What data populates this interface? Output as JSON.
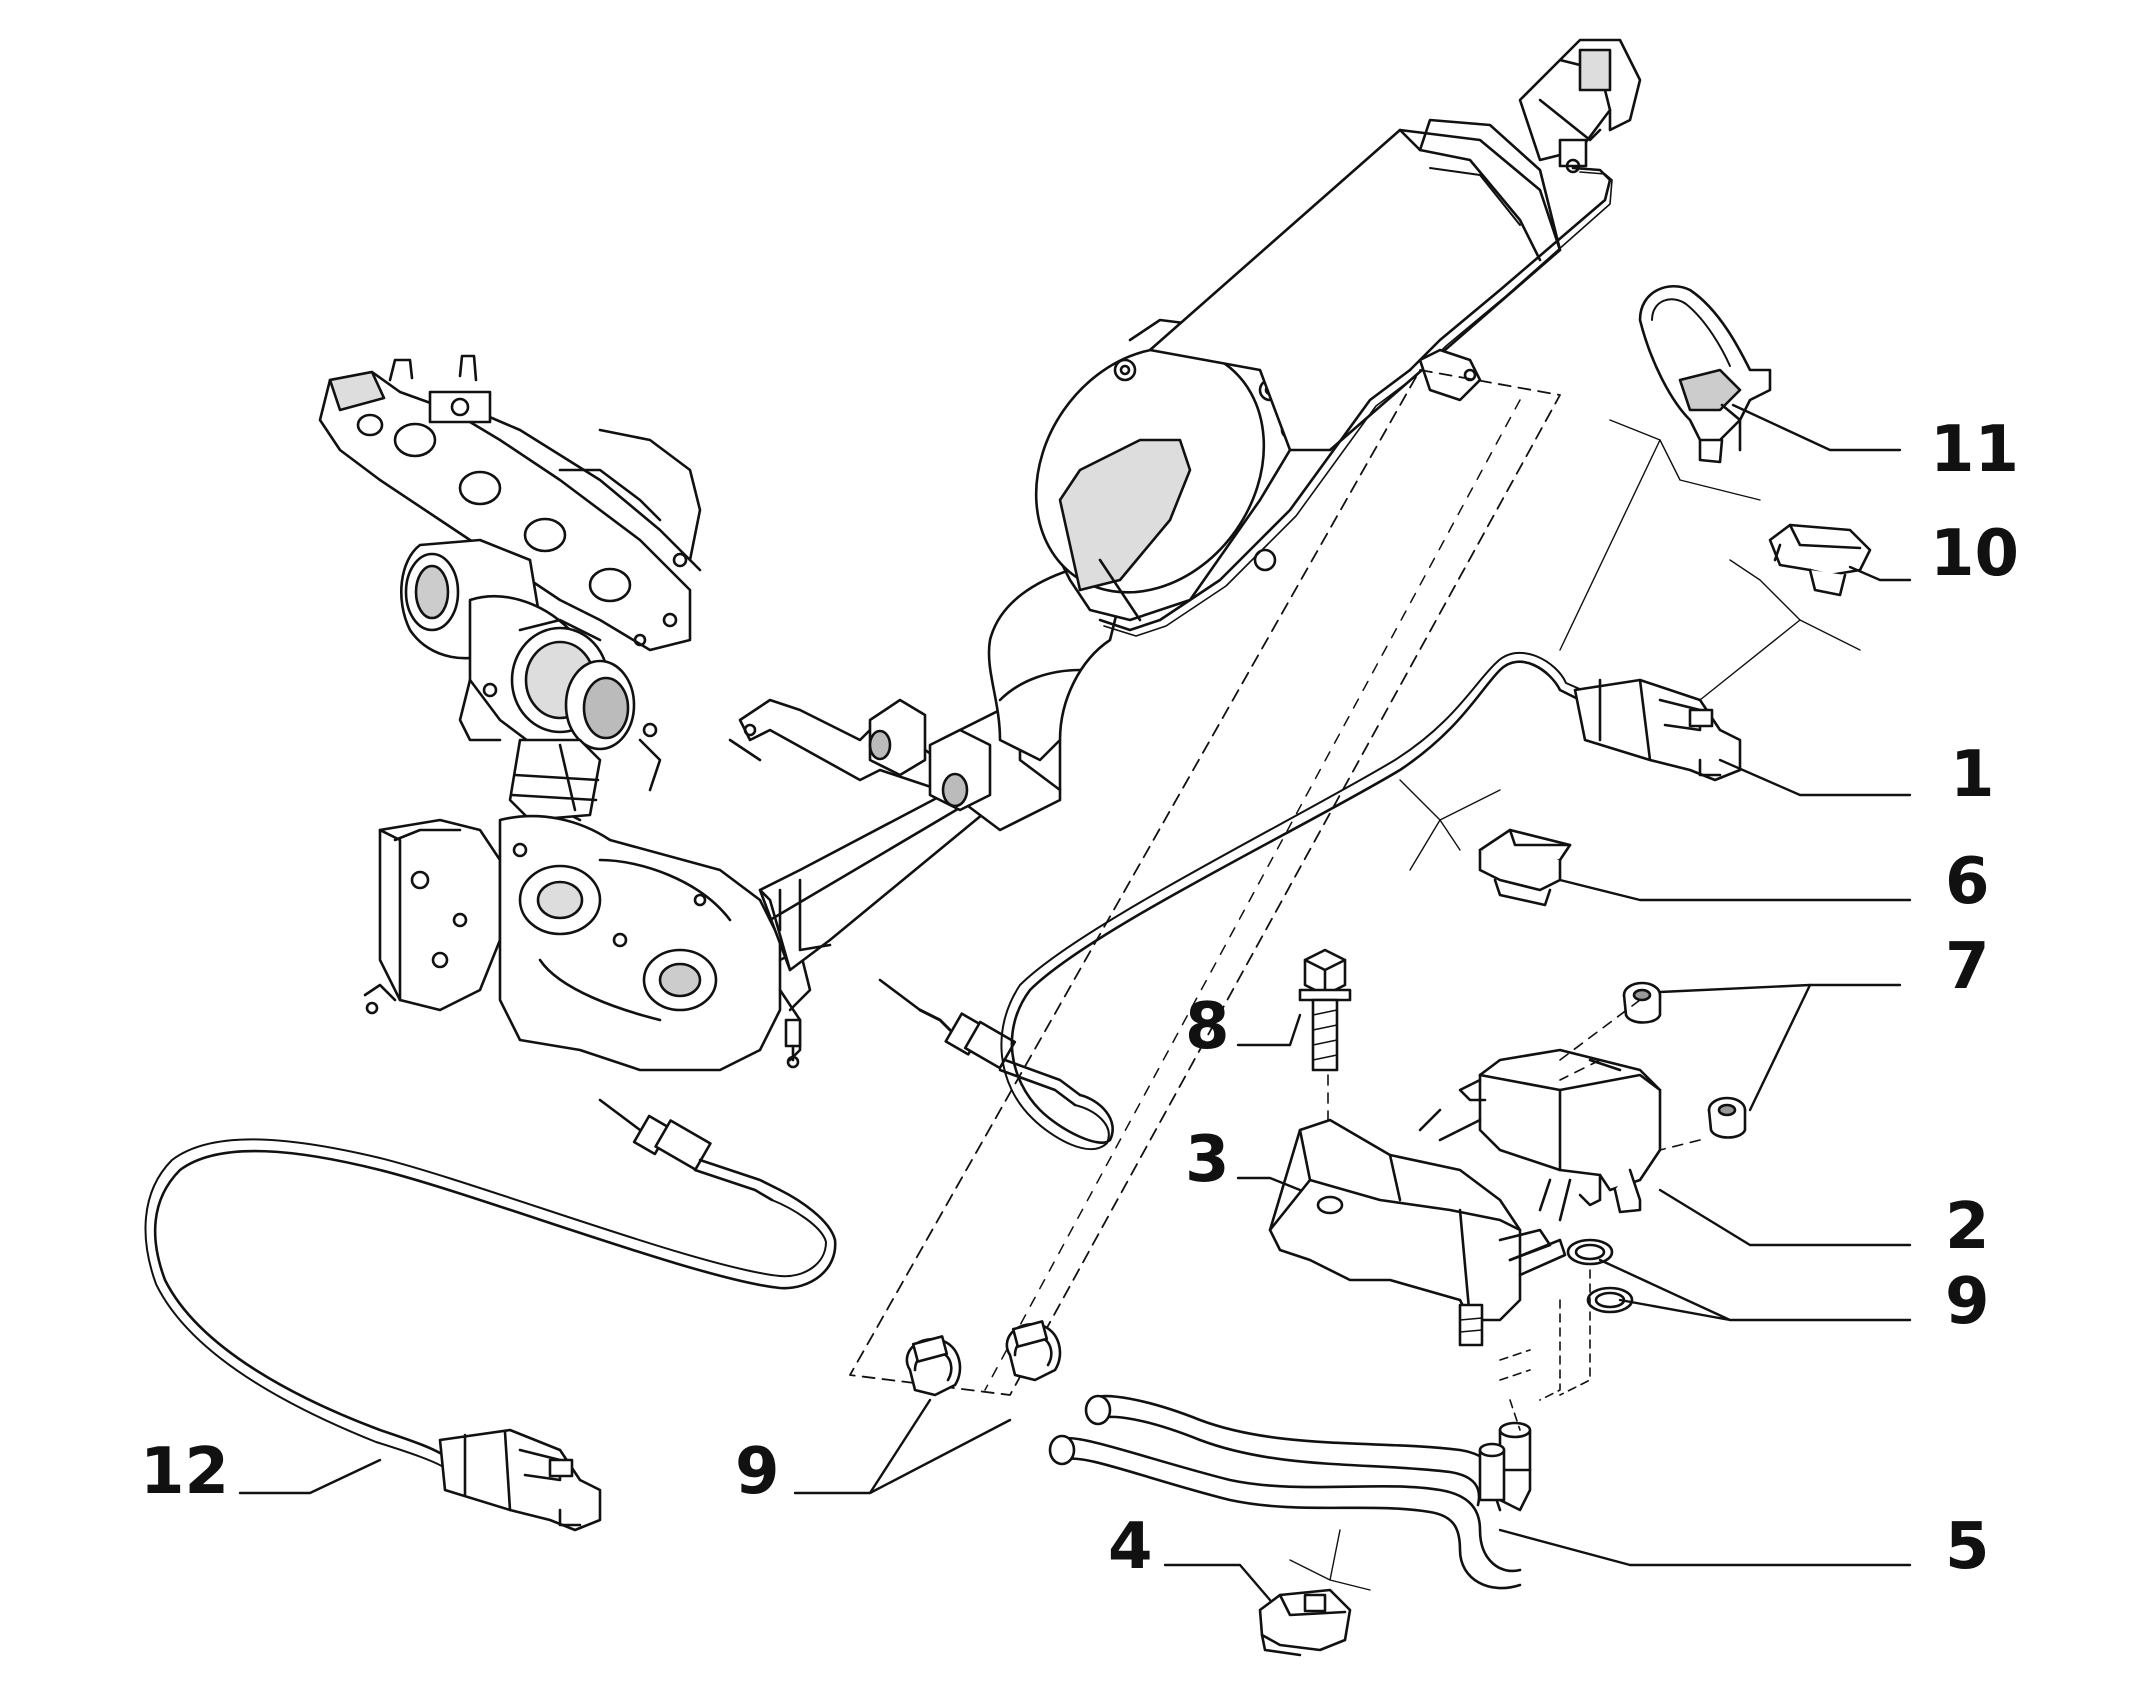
{
  "diagram": {
    "colors": {
      "line": "#111111",
      "fill": "#ffffff",
      "shade": "#cfcfcf"
    },
    "callouts": [
      {
        "id": "11",
        "text": "11"
      },
      {
        "id": "10",
        "text": "10"
      },
      {
        "id": "1",
        "text": "1"
      },
      {
        "id": "6",
        "text": "6"
      },
      {
        "id": "7",
        "text": "7"
      },
      {
        "id": "8",
        "text": "8"
      },
      {
        "id": "3",
        "text": "3"
      },
      {
        "id": "2",
        "text": "2"
      },
      {
        "id": "9a",
        "text": "9"
      },
      {
        "id": "9b",
        "text": "9"
      },
      {
        "id": "12",
        "text": "12"
      },
      {
        "id": "4",
        "text": "4"
      },
      {
        "id": "5",
        "text": "5"
      }
    ]
  }
}
